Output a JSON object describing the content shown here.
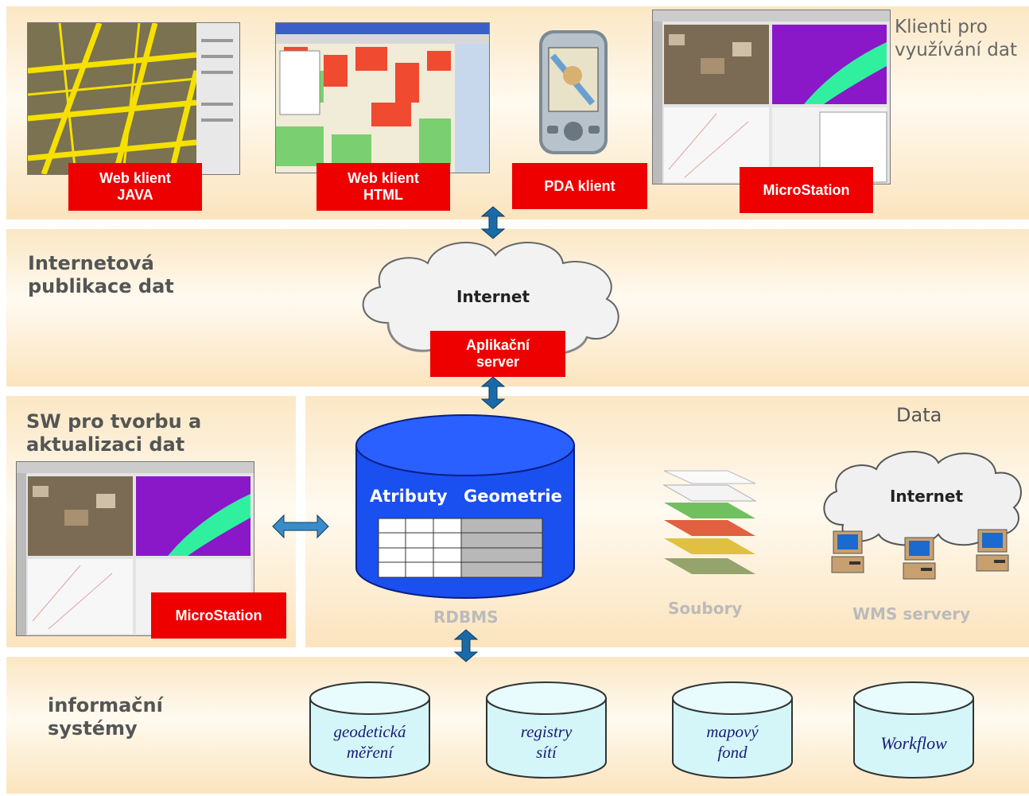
{
  "sections": {
    "clients": "Klienti pro využívání dat",
    "internet_pub": "Internetová publikace dat",
    "sw": "SW pro tvorbu a aktualizaci dat",
    "data": "Data",
    "is": "informační systémy"
  },
  "clients": [
    {
      "label": "Web klient\nJAVA"
    },
    {
      "label": "Web klient\nHTML"
    },
    {
      "label": "PDA klient"
    },
    {
      "label": "MicroStation"
    }
  ],
  "cloud_main": "Internet",
  "app_server": "Aplikační\nserver",
  "sw_client": "MicroStation",
  "rdbms": {
    "attr": "Atributy",
    "geom": "Geometrie",
    "caption": "RDBMS"
  },
  "files_caption": "Soubory",
  "wms": {
    "cloud": "Internet",
    "caption": "WMS servery"
  },
  "is_dbs": [
    {
      "line1": "geodetická",
      "line2": "měření"
    },
    {
      "line1": "registry",
      "line2": "sítí"
    },
    {
      "line1": "mapový",
      "line2": "fond"
    },
    {
      "line1": "Workflow",
      "line2": ""
    }
  ],
  "colors": {
    "red": "#ee0000",
    "db_blue": "#1a4ff0",
    "cyl_light": "#d4f6f8",
    "arrow": "#1a6aa8"
  }
}
